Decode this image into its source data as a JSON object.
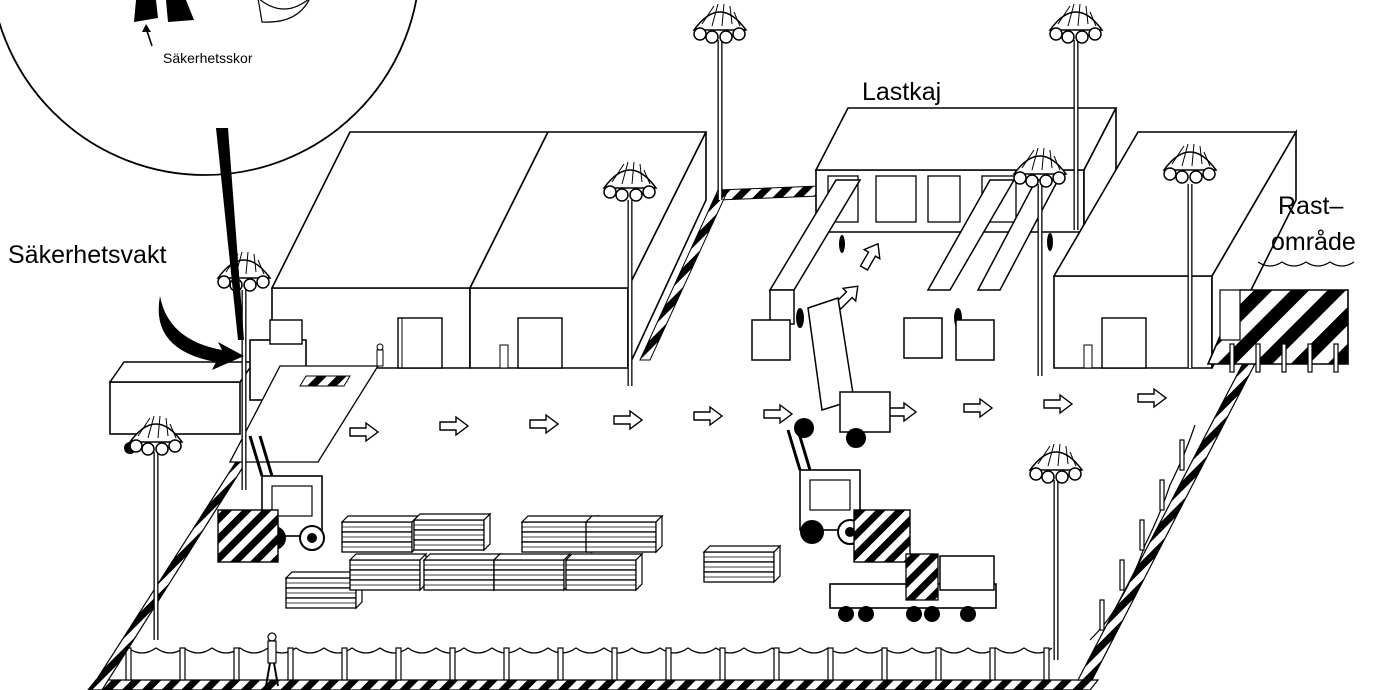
{
  "labels": {
    "safety_shoes": "Säkerhetsskor",
    "loading_dock": "Lastkaj",
    "rest_area_line1": "Rast–",
    "rest_area_line2": "område",
    "security_guard": "Säkerhetsvakt"
  },
  "colors": {
    "ink": "#000000",
    "paper": "#ffffff"
  },
  "icons": [
    "floodlight-pole-icon",
    "forklift-icon",
    "truck-icon",
    "flatbed-truck-icon",
    "lumber-stack-icon",
    "direction-arrow-icon",
    "pedestrian-icon",
    "safety-boots-icon"
  ]
}
